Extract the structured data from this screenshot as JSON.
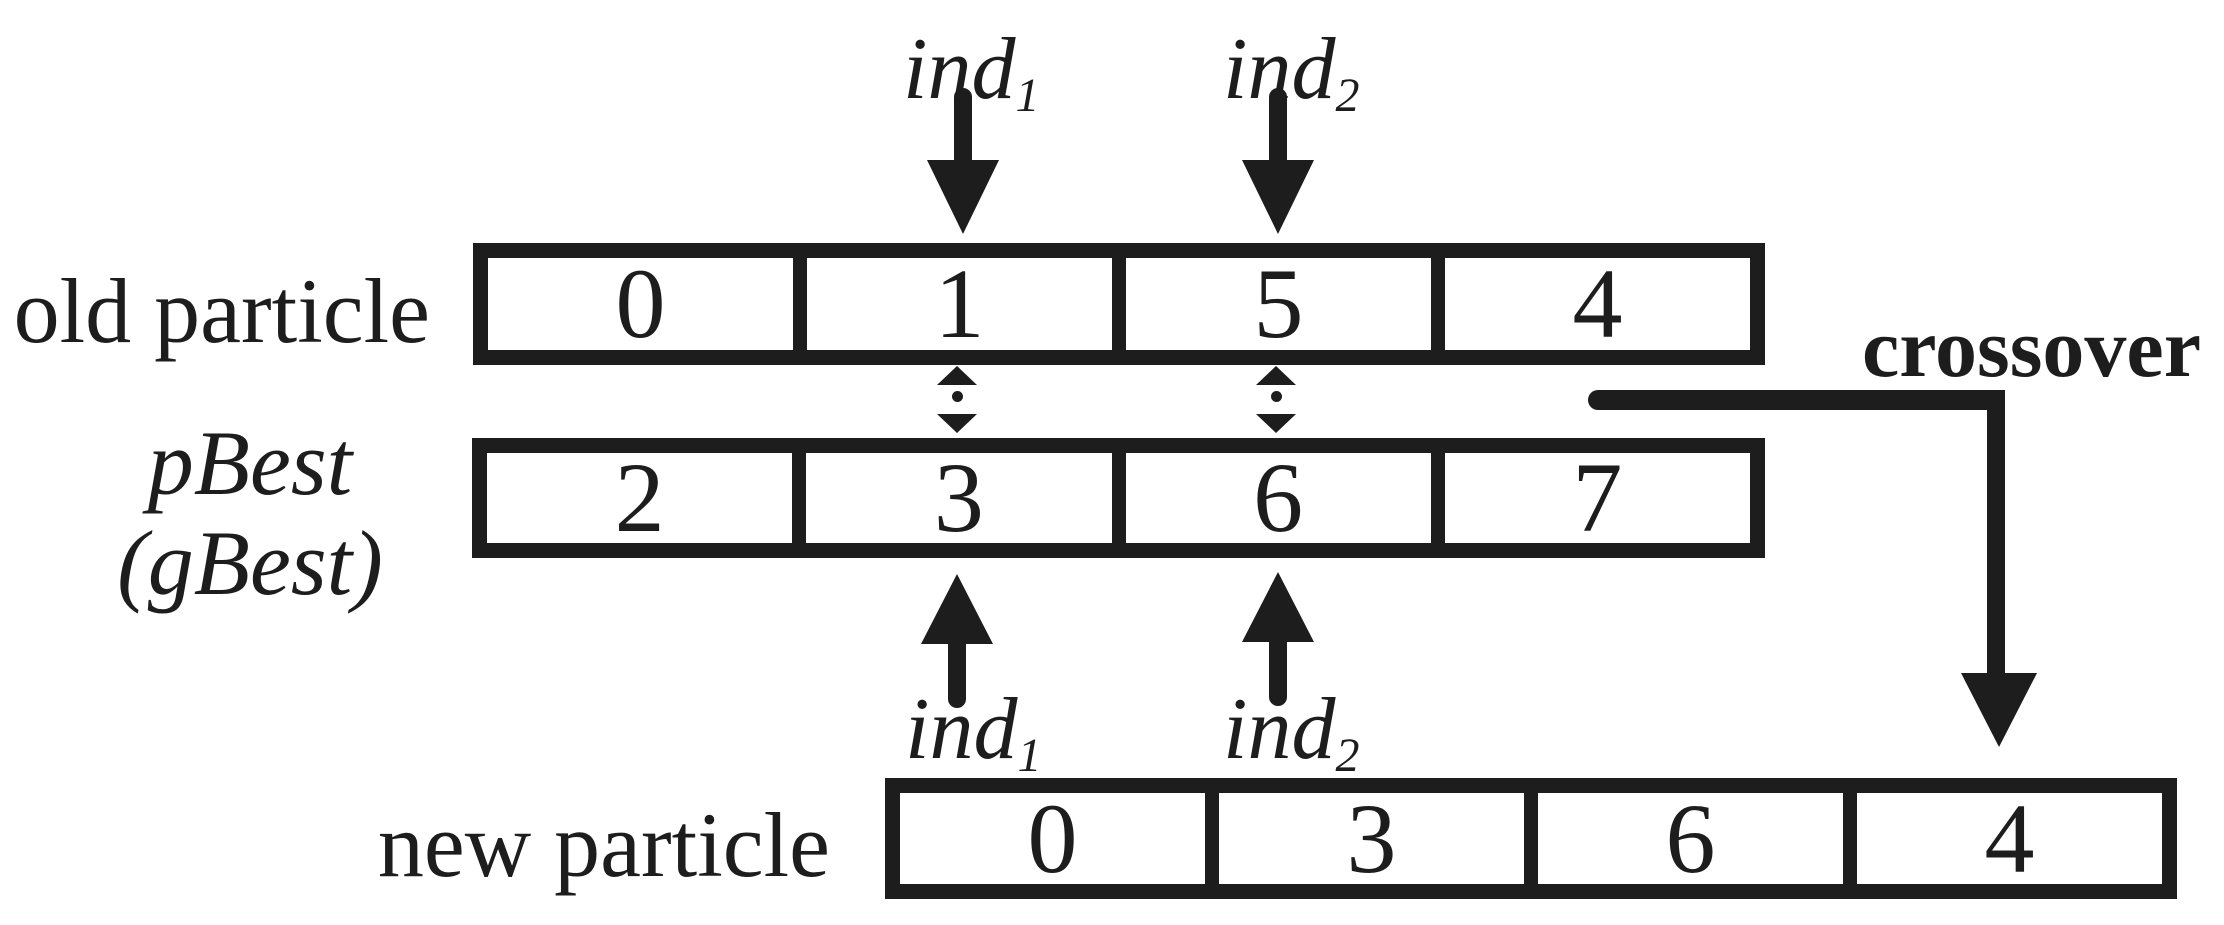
{
  "colors": {
    "ink": "#1d1d1d",
    "background": "#ffffff"
  },
  "rows": [
    {
      "id": "old-particle",
      "label": "old particle",
      "cells": [
        "0",
        "1",
        "5",
        "4"
      ]
    },
    {
      "id": "pbest",
      "label_line1": "pBest",
      "label_line2": "(gBest)",
      "cells": [
        "2",
        "3",
        "6",
        "7"
      ]
    },
    {
      "id": "new-particle",
      "label": "new particle",
      "cells": [
        "0",
        "3",
        "6",
        "4"
      ]
    }
  ],
  "markers": {
    "ind_base": "ind",
    "ind1_subscript": "1",
    "ind2_subscript": "2"
  },
  "crossover_label": "crossover"
}
